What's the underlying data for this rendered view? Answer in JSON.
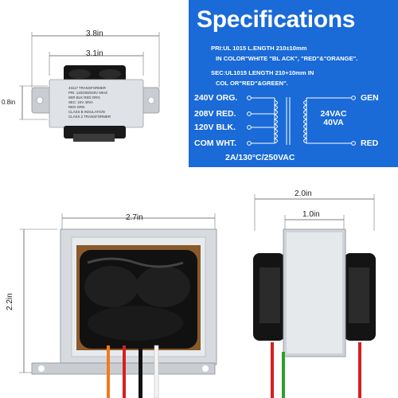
{
  "dimensions": {
    "top_length_outer": "3.8in",
    "top_length_inner": "3.1in",
    "top_height": "0.8in",
    "front_width": "2.7in",
    "front_height": "2.2in",
    "side_width_outer": "2.0in",
    "side_width_inner": "1.0in"
  },
  "nameplate": {
    "line1": "43117  TRANSFORMER",
    "line2": "PRI: 120/208/240V 60HZ",
    "line3": "WIR BLK RED ORG",
    "line4": "SEC: 24V 40VA",
    "line5": "RED GRN",
    "line6": "CLASS B INSULATION",
    "line7": "CLASS 2 TRANSFORMER"
  },
  "specifications": {
    "title": "Specifications",
    "pri_note_1": "PRI:UL 1015 L.ENGTH 210±10mm",
    "pri_note_2": "IN COLOR\"WHITE \"BL ACK\", \"RED\"&\"ORANGE\".",
    "sec_note_1": "SEC:UL1015 LENGTH 210+10mm IN",
    "sec_note_2": "COL OR\"RED\"&GREEN\".",
    "inputs": [
      "240V ORG.",
      "208V RED.",
      "120V BLK.",
      "COM WHT."
    ],
    "output_label_1": "24VAC",
    "output_label_2": "40VA",
    "outputs": [
      "GEN",
      "RED"
    ],
    "rating": "2A/130°C/250VAC",
    "colors": {
      "panel": "#1a6ad8",
      "text": "#ffffff"
    }
  },
  "icons": [
    "transformer-top-view",
    "transformer-front-view",
    "transformer-side-view",
    "winding-coil-icon"
  ]
}
